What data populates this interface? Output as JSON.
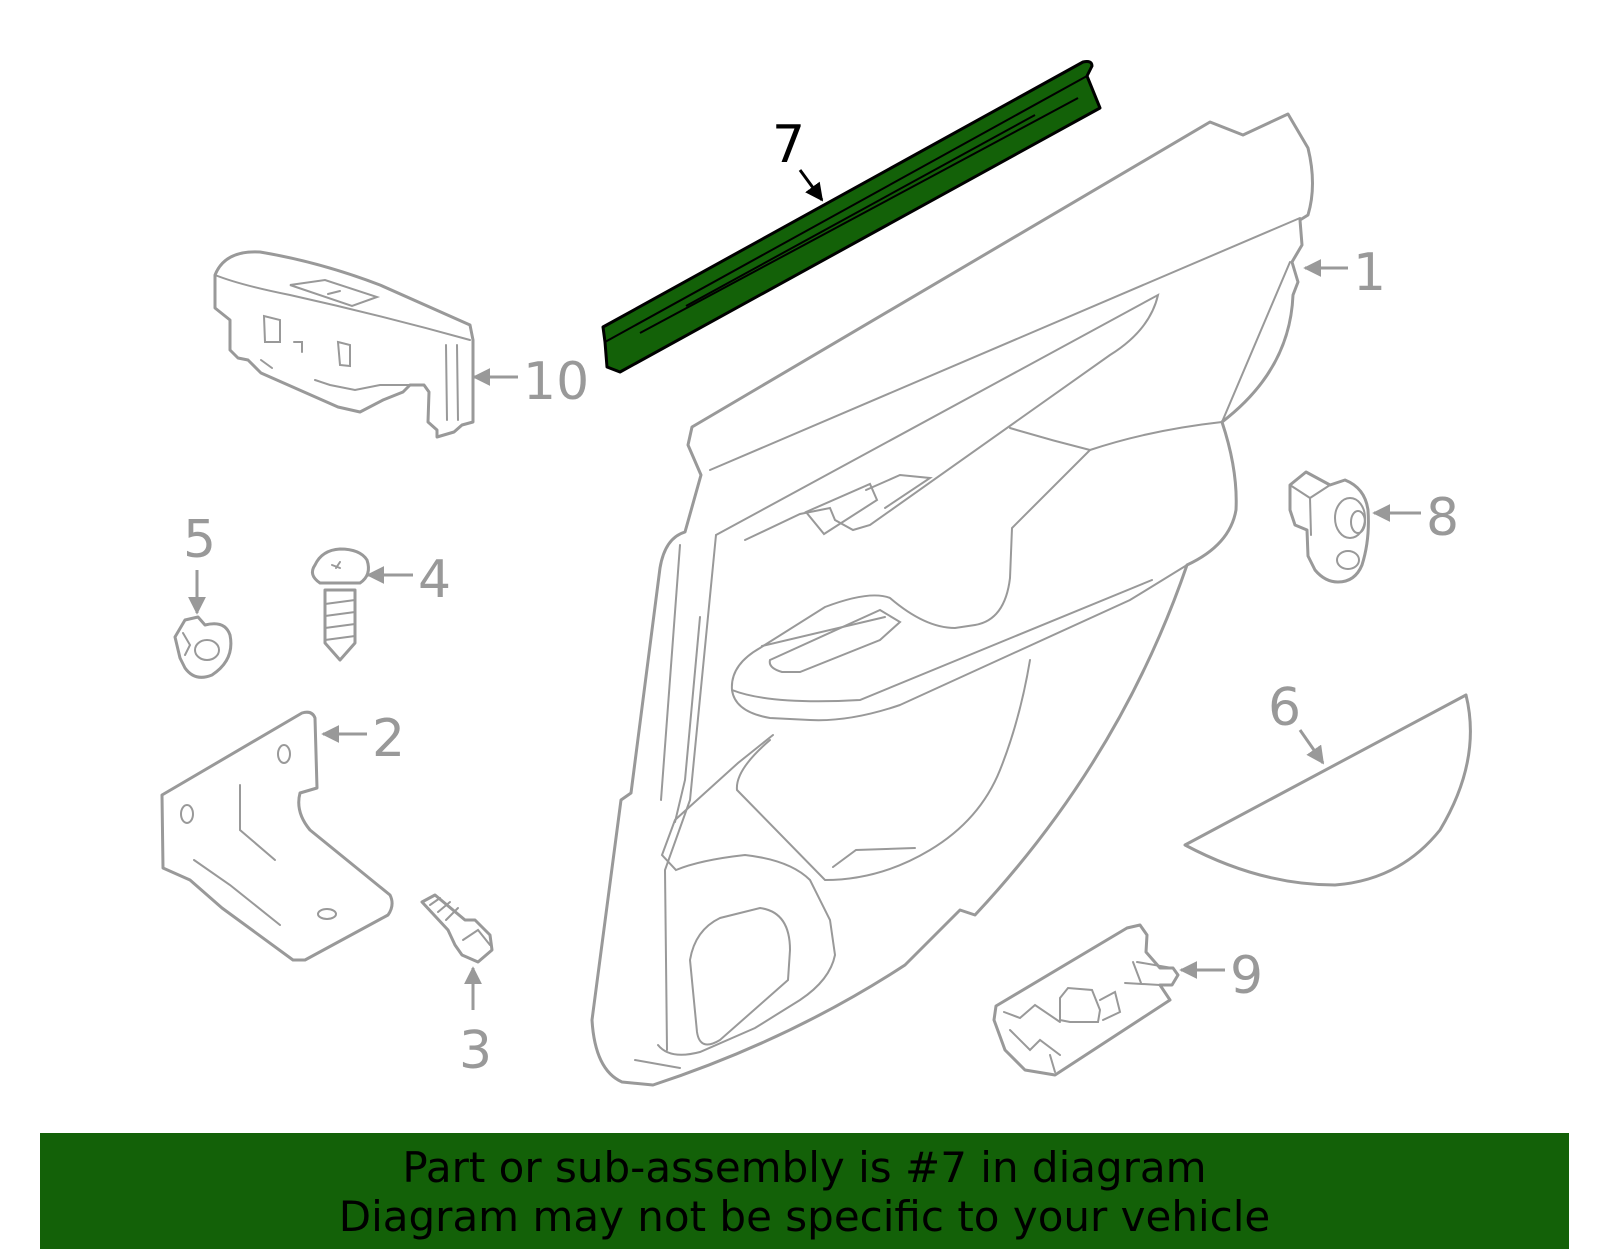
{
  "callouts": {
    "c1": "1",
    "c2": "2",
    "c3": "3",
    "c4": "4",
    "c5": "5",
    "c6": "6",
    "c7": "7",
    "c8": "8",
    "c9": "9",
    "c10": "10"
  },
  "highlighted_part": "7",
  "banner": {
    "line1": "Part or sub-assembly is #7 in diagram",
    "line2": "Diagram may not be specific to your vehicle"
  },
  "colors": {
    "highlight_fill": "#136108",
    "banner_bg": "#136108",
    "part_line": "#999999",
    "highlight_text": "#000000"
  }
}
